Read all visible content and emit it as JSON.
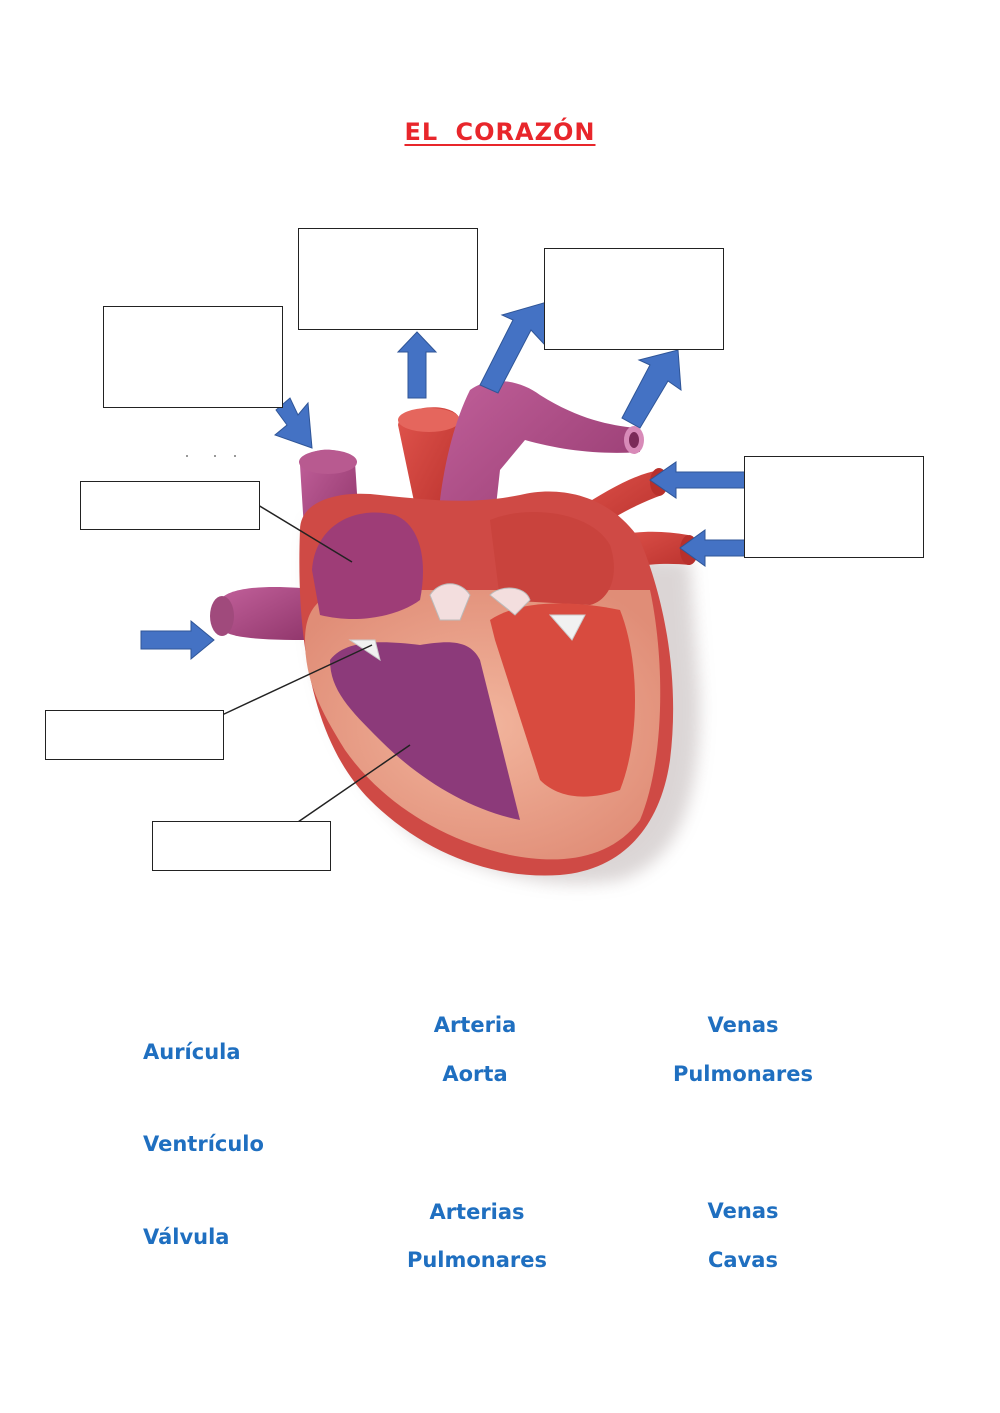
{
  "title": "EL  CORAZÓN",
  "word_bank": {
    "col1": [
      "Aurícula",
      "Ventrículo",
      "Válvula"
    ],
    "arteria_aorta": [
      "Arteria",
      "Aorta"
    ],
    "venas_pulmonares": [
      "Venas",
      "Pulmonares"
    ],
    "arterias_pulmonares": [
      "Arterias",
      "Pulmonares"
    ],
    "venas_cavas": [
      "Venas",
      "Cavas"
    ]
  },
  "colors": {
    "title": "#e8262b",
    "words": "#1f6fc0",
    "arrows": "#4472c4",
    "oxygenated": "#d9443f",
    "deoxygenated": "#a9457e"
  }
}
